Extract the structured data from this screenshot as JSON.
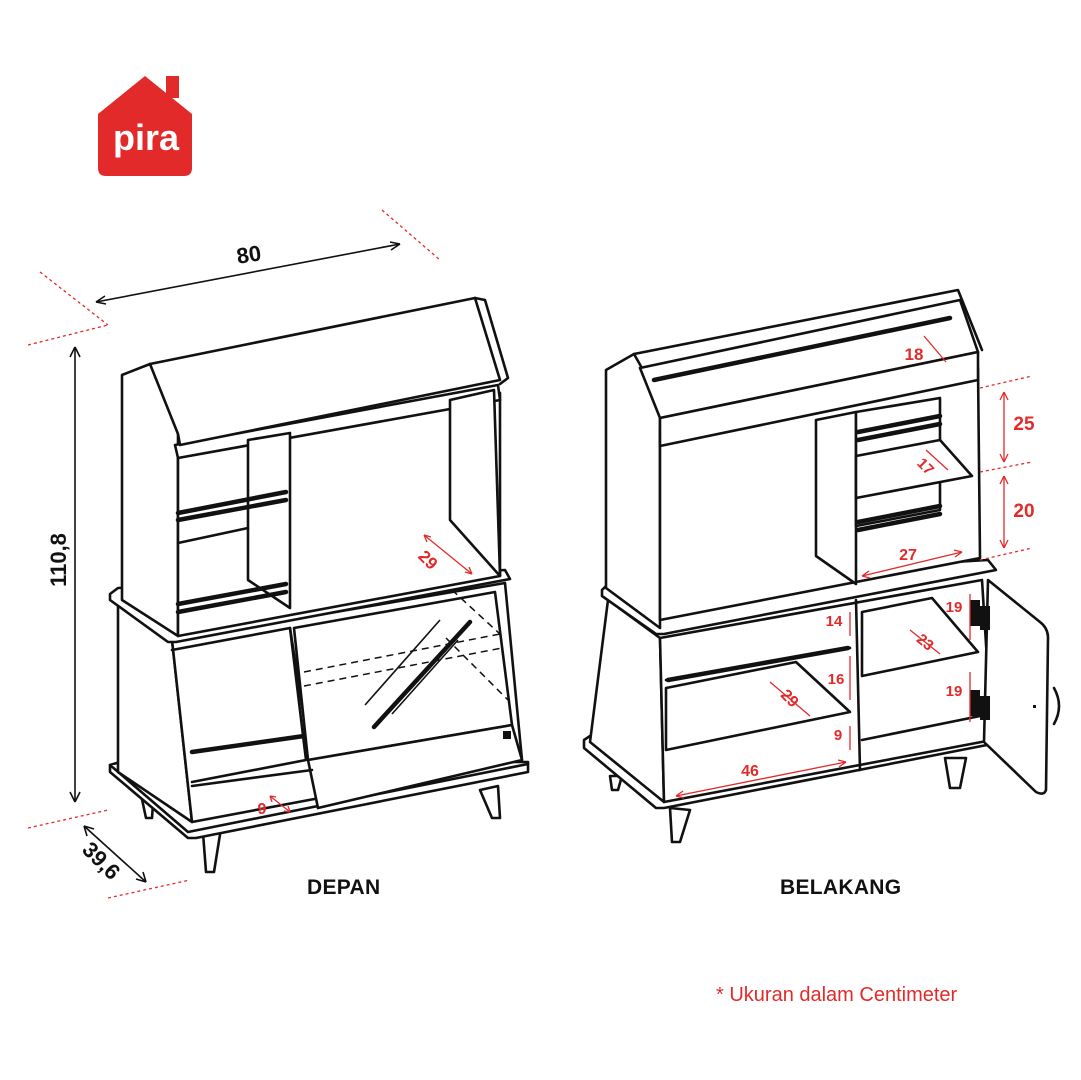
{
  "brand": {
    "name": "pira",
    "color": "#e32a2a",
    "icon": "house-logo-icon"
  },
  "overall_dimensions": {
    "width": "80",
    "height": "110,8",
    "depth": "39,6"
  },
  "views": {
    "front": {
      "label": "DEPAN",
      "dimensions": {
        "shelf_depth": "29",
        "bottom_gap": "9"
      }
    },
    "back": {
      "label": "BELAKANG",
      "dimensions": {
        "top_tray": "18",
        "upper_height": "25",
        "side_shelf_depth": "17",
        "lower_height": "20",
        "upper_width": "27",
        "left_upper_gap": "14",
        "left_middle_gap": "16",
        "left_bottom_gap": "9",
        "left_shelf_depth": "29",
        "bottom_width": "46",
        "right_upper_gap": "19",
        "right_shelf_depth": "23",
        "right_lower_gap": "19"
      }
    }
  },
  "note": "* Ukuran dalam Centimeter",
  "colors": {
    "accent": "#e32a2a",
    "ink": "#111111",
    "background": "#ffffff"
  }
}
